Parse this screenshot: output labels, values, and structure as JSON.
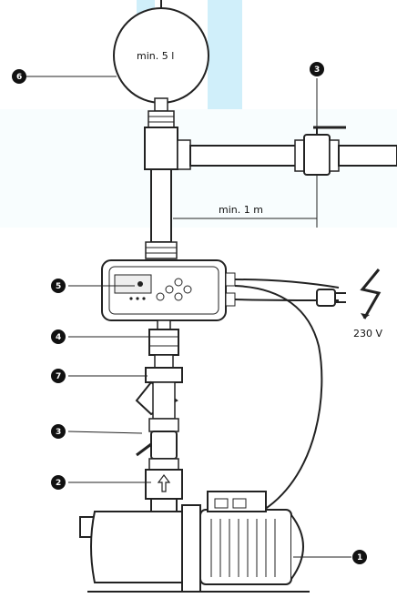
{
  "labels": {
    "tank_volume": "min. 5 l",
    "pipe_distance": "min. 1 m",
    "voltage": "230 V"
  },
  "callouts": [
    "6",
    "3",
    "5",
    "4",
    "7",
    "3",
    "2",
    "1"
  ],
  "colors": {
    "accent_band": "#2ab7e6",
    "line": "#222222",
    "callout": "#111111"
  },
  "icons": [
    "lightning-bolt-icon",
    "plug-icon"
  ]
}
